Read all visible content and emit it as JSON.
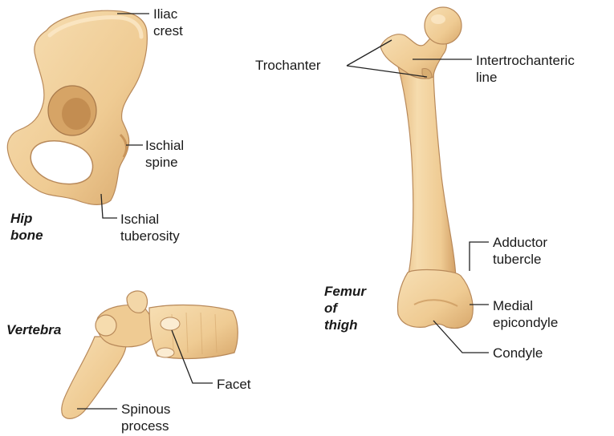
{
  "colors": {
    "bone_fill": "#f2d3a1",
    "bone_shade": "#d9ae72",
    "bone_outline": "#b8895a",
    "leader_line": "#222222"
  },
  "bones": {
    "hip": {
      "title_lines": [
        "Hip",
        "bone"
      ],
      "labels": {
        "iliac_crest": [
          "Iliac",
          "crest"
        ],
        "ischial_spine": [
          "Ischial",
          "spine"
        ],
        "ischial_tuberosity": [
          "Ischial",
          "tuberosity"
        ]
      }
    },
    "vertebra": {
      "title": "Vertebra",
      "labels": {
        "facet": "Facet",
        "spinous_process": [
          "Spinous",
          "process"
        ]
      }
    },
    "femur": {
      "title_lines": [
        "Femur",
        "of",
        "thigh"
      ],
      "labels": {
        "trochanter": "Trochanter",
        "intertrochanteric_line": [
          "Intertrochanteric",
          "line"
        ],
        "adductor_tubercle": [
          "Adductor",
          "tubercle"
        ],
        "medial_epicondyle": [
          "Medial",
          "epicondyle"
        ],
        "condyle": "Condyle"
      }
    }
  }
}
